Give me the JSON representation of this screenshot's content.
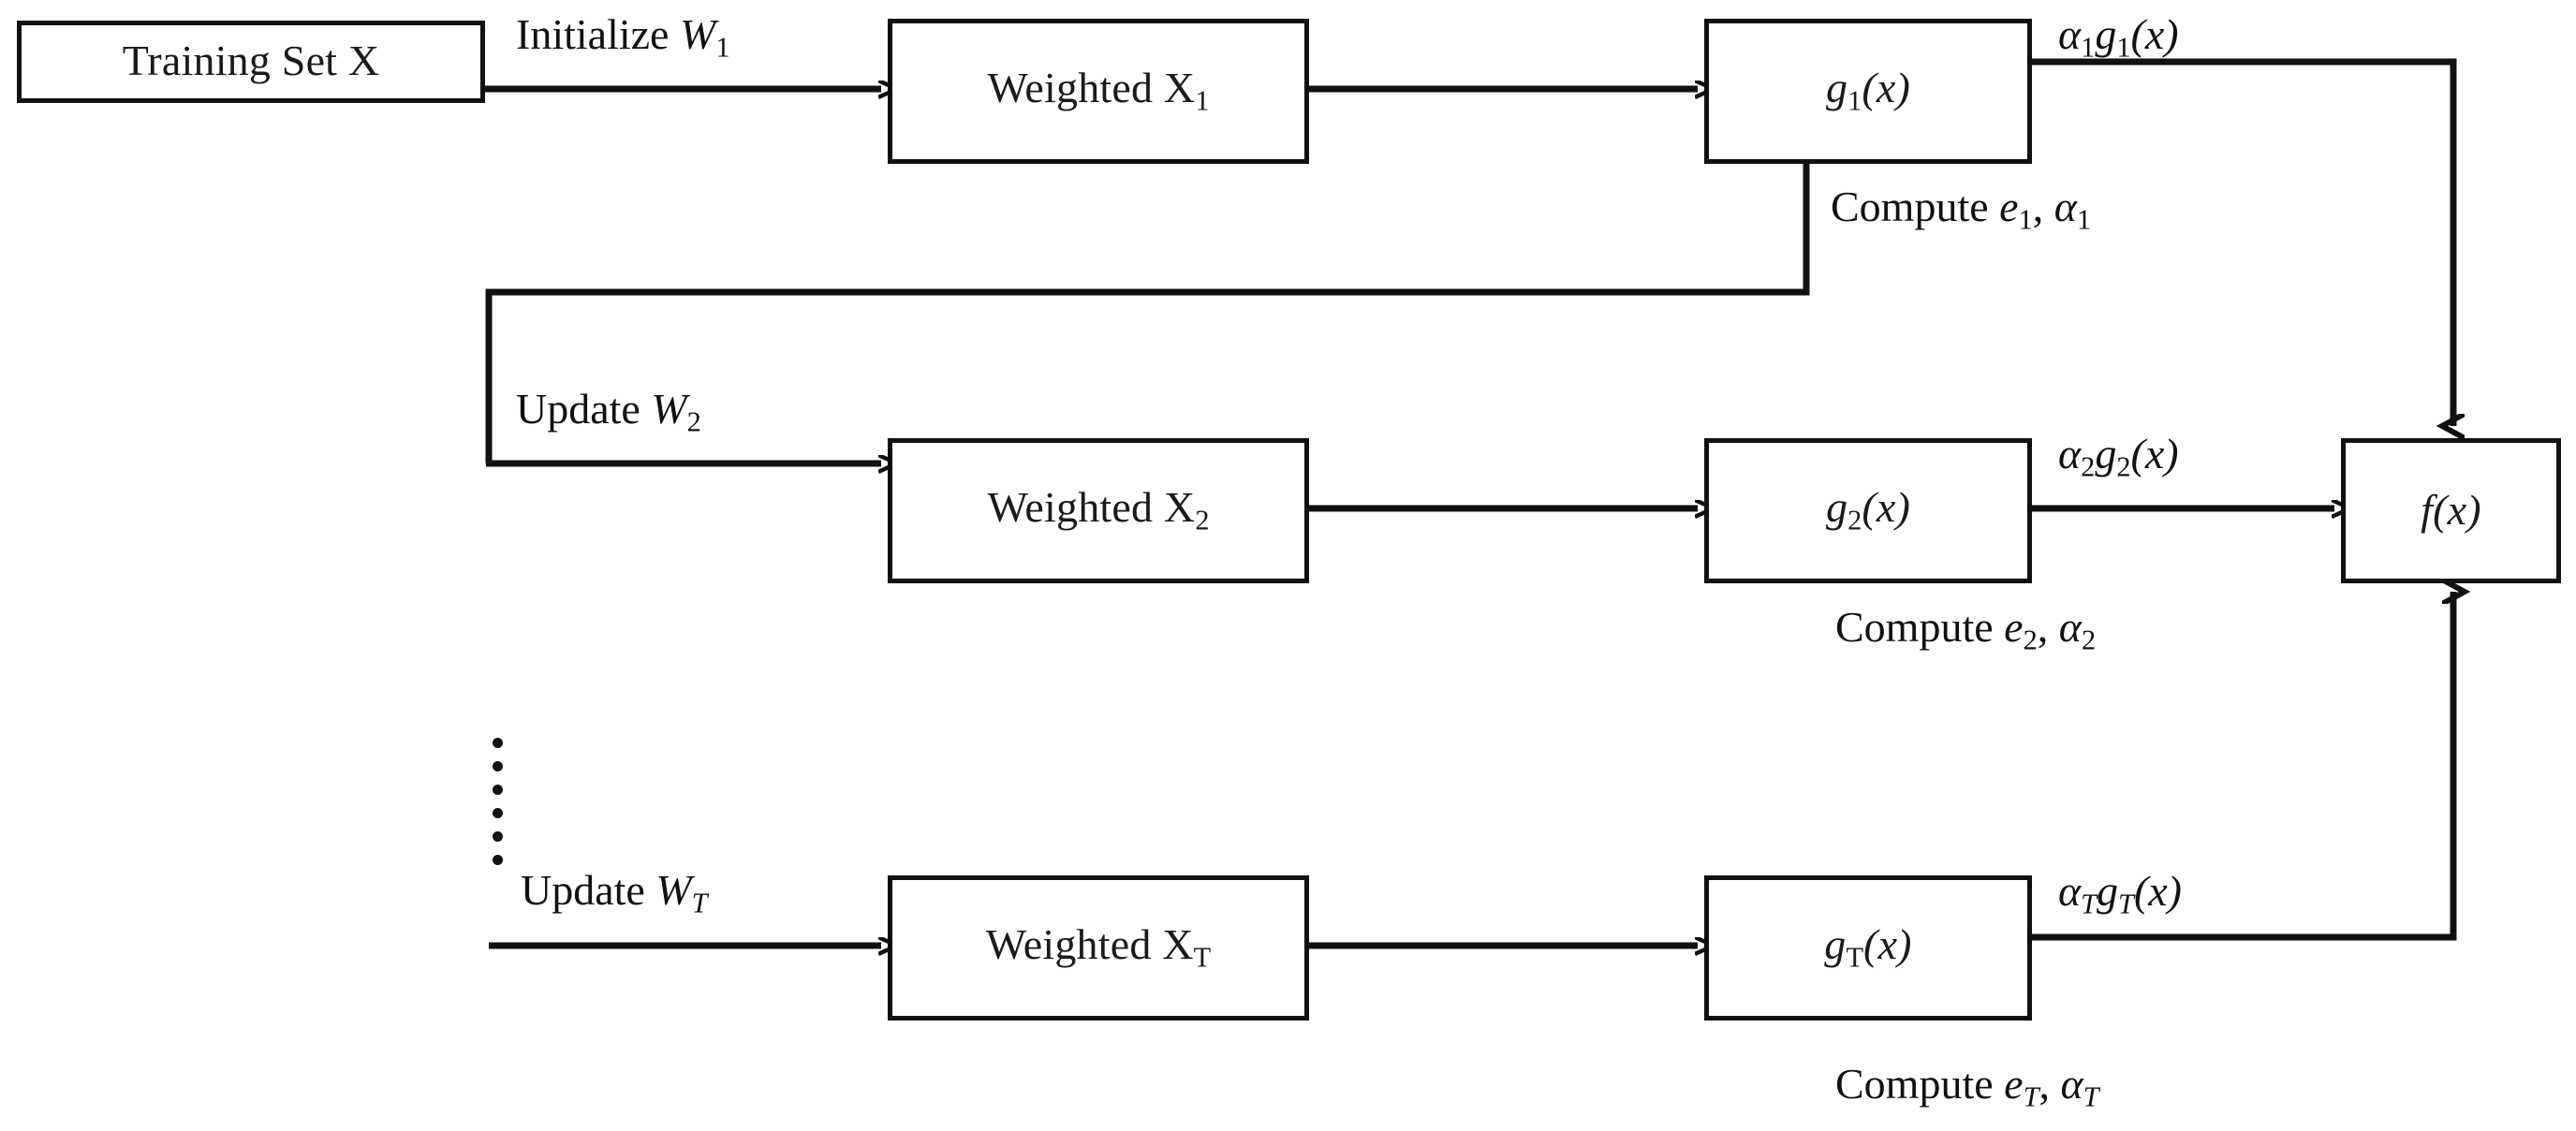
{
  "diagram": {
    "title": "AdaBoost ensemble training flow",
    "colors": {
      "stroke": "#111111",
      "background": "#ffffff",
      "text": "#111111"
    },
    "nodes": {
      "training_set": "Training Set X",
      "weighted_x1": "Weighted X",
      "weighted_x1_sub": "1",
      "weighted_x2": "Weighted X",
      "weighted_x2_sub": "2",
      "weighted_xt": "Weighted X",
      "weighted_xt_sub": "T",
      "g1": "g",
      "g1_sub": "1",
      "g1_tail": "(x)",
      "g2": "g",
      "g2_sub": "2",
      "g2_tail": "(x)",
      "gt": "g",
      "gt_sub": "T",
      "gt_tail": "(x)",
      "f": "f",
      "f_tail": "(x)"
    },
    "edge_labels": {
      "initialize_w1_text": "Initialize ",
      "initialize_w1_var": "W",
      "initialize_w1_sub": "1",
      "update_w2_text": "Update ",
      "update_w2_var": "W",
      "update_w2_sub": "2",
      "update_wt_text": "Update ",
      "update_wt_var": "W",
      "update_wt_sub": "T",
      "alpha1_g1": "α",
      "alpha1_g1_sub": "1",
      "alpha1_g1_g": "g",
      "alpha1_g1_gsub": "1",
      "alpha1_g1_tail": "(x)",
      "alpha2_g2": "α",
      "alpha2_g2_sub": "2",
      "alpha2_g2_g": "g",
      "alpha2_g2_gsub": "2",
      "alpha2_g2_tail": "(x)",
      "alphat_gt": "α",
      "alphat_gt_sub": "T",
      "alphat_gt_g": "g",
      "alphat_gt_gsub": "T",
      "alphat_gt_tail": "(x)",
      "compute_e1": "Compute ",
      "compute_e1_e": "e",
      "compute_e1_esub": "1",
      "compute_e1_comma": ", ",
      "compute_e1_a": "α",
      "compute_e1_asub": "1",
      "compute_e2": "Compute ",
      "compute_e2_e": "e",
      "compute_e2_esub": "2",
      "compute_e2_comma": ", ",
      "compute_e2_a": "α",
      "compute_e2_asub": "2",
      "compute_et": "Compute ",
      "compute_et_e": "e",
      "compute_et_esub": "T",
      "compute_et_comma": ", ",
      "compute_et_a": "α",
      "compute_et_asub": "T"
    },
    "ellipsis": {
      "dot_count": 6
    }
  }
}
